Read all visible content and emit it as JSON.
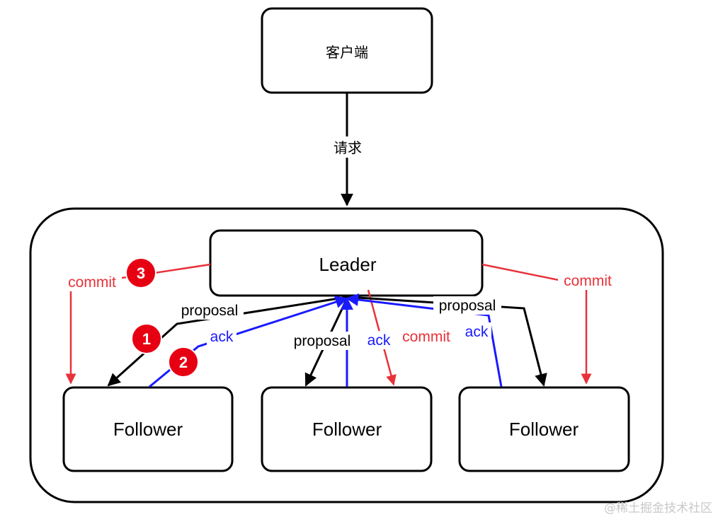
{
  "colors": {
    "proposal": "#000000",
    "ack": "#1a1aff",
    "commit": "#e8323a",
    "badge": "#e60012",
    "watermark": "#c8c8c8"
  },
  "nodes": {
    "client": "客户端",
    "leader": "Leader",
    "followers": [
      "Follower",
      "Follower",
      "Follower"
    ]
  },
  "edges": {
    "request": "请求",
    "proposal": "proposal",
    "ack": "ack",
    "commit": "commit"
  },
  "badges": [
    "1",
    "2",
    "3"
  ],
  "watermark": "@稀土掘金技术社区"
}
